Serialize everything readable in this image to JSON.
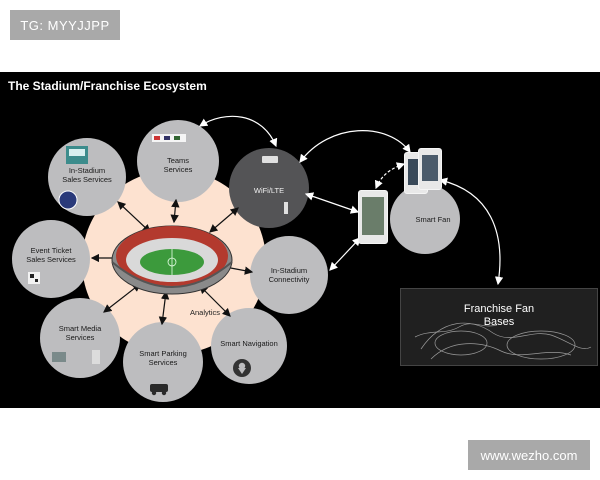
{
  "watermark_left": "TG: MYYJJPP",
  "watermark_right": "www.wezho.com",
  "slide_title": "The Stadium/Franchise Ecosystem",
  "nodes": {
    "teams": "Teams\nServices",
    "sales": "In-Stadium\nSales Services",
    "ticket": "Event Ticket\nSales Services",
    "media": "Smart Media\nServices",
    "parking": "Smart Parking\nServices",
    "navigation": "Smart Navigation",
    "connectivity": "In-Stadium\nConnectivity",
    "wifi": "WiFi/LTE",
    "smartfan": "Smart Fan",
    "analytics": "Analytics",
    "fanbases": "Franchise Fan\nBases"
  },
  "colors": {
    "background": "#000000",
    "bubble": "#bdbdbf",
    "halo": "#fde2d0",
    "arrow": "#ffffff",
    "watermark": "#a9a9a9"
  },
  "icons": [
    "stadium-icon",
    "router-icon",
    "smartphone-icon",
    "world-map-icon",
    "pin-icon",
    "car-icon",
    "qr-code-icon"
  ]
}
